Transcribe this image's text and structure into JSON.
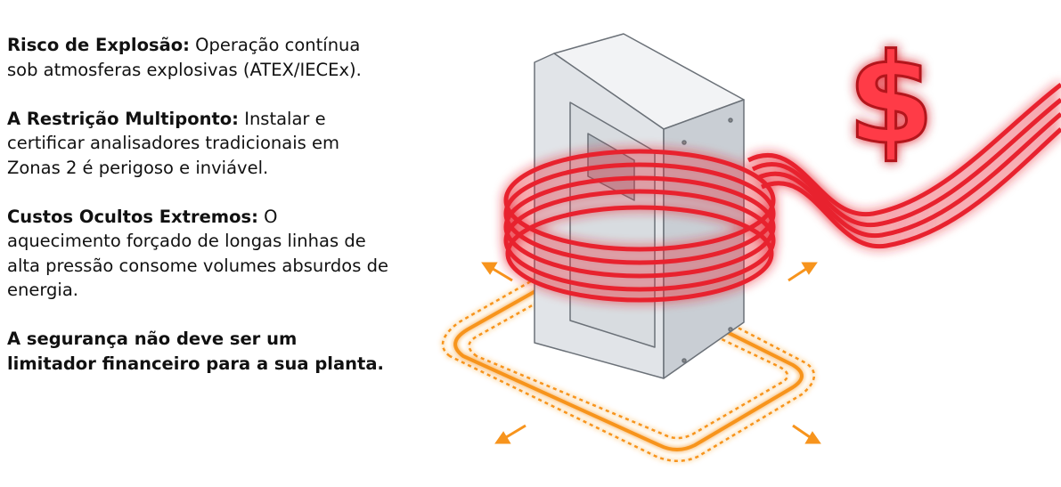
{
  "points": [
    {
      "title": "Risco de Explosão:",
      "body": "Operação contínua sob atmosferas explosivas (ATEX/IECEx)."
    },
    {
      "title": "A Restrição Multiponto:",
      "body": "Instalar e certificar analisadores tradicionais em Zonas 2 é perigoso e inviável."
    },
    {
      "title": "Custos Ocultos Extremos:",
      "body": "O aquecimento forçado de longas linhas de alta pressão consome volumes absurdos de energia."
    }
  ],
  "closing": "A segurança não deve ser um limitador financeiro para a sua planta.",
  "illustration": {
    "symbol": "$",
    "colors": {
      "cable": "#e8232f",
      "loop": "#f7941d",
      "cabinet": "#e4e7ea"
    }
  }
}
